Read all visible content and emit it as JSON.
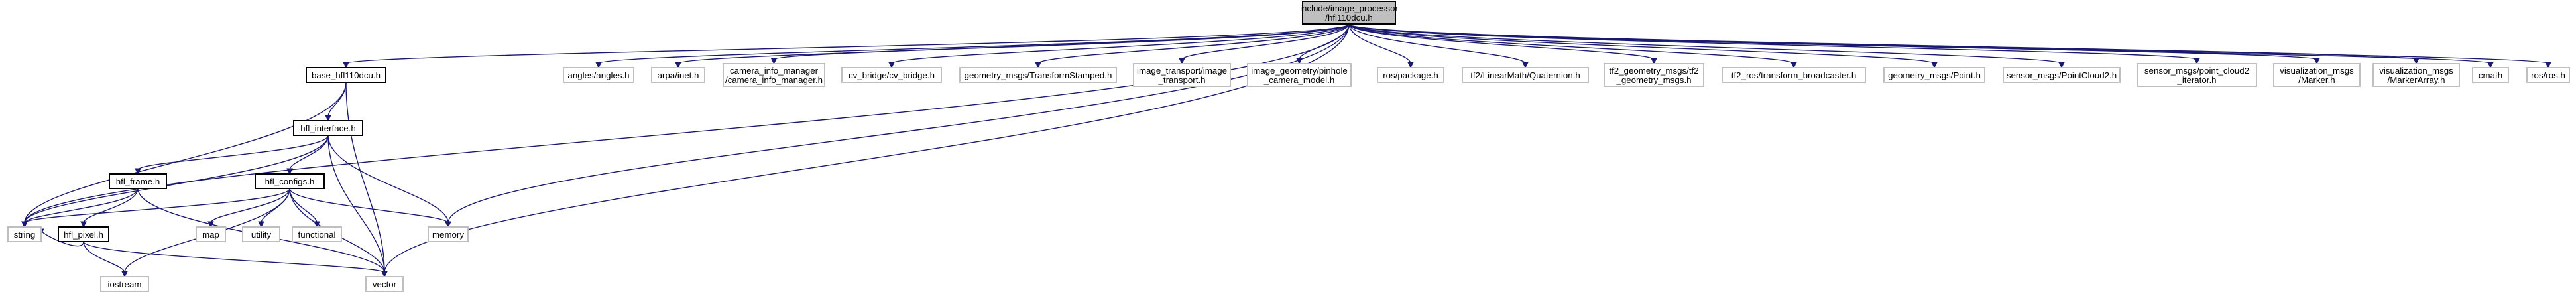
{
  "colors": {
    "edge": "#191970",
    "root_fill": "#bfbfbf",
    "root_stroke": "#000000",
    "documented_stroke": "#000000",
    "external_stroke": "#bfbfbf",
    "node_fill": "#ffffff"
  },
  "nodes": [
    {
      "id": "root",
      "lines": [
        "include/image_processor",
        "/hfl110dcu.h"
      ],
      "kind": "root"
    },
    {
      "id": "base",
      "lines": [
        "base_hfl110dcu.h"
      ],
      "kind": "documented"
    },
    {
      "id": "iface",
      "lines": [
        "hfl_interface.h"
      ],
      "kind": "documented"
    },
    {
      "id": "frame",
      "lines": [
        "hfl_frame.h"
      ],
      "kind": "documented"
    },
    {
      "id": "configs",
      "lines": [
        "hfl_configs.h"
      ],
      "kind": "documented"
    },
    {
      "id": "pixel",
      "lines": [
        "hfl_pixel.h"
      ],
      "kind": "documented"
    },
    {
      "id": "string",
      "lines": [
        "string"
      ],
      "kind": "external"
    },
    {
      "id": "memory",
      "lines": [
        "memory"
      ],
      "kind": "external"
    },
    {
      "id": "vector",
      "lines": [
        "vector"
      ],
      "kind": "external"
    },
    {
      "id": "iostream",
      "lines": [
        "iostream"
      ],
      "kind": "external"
    },
    {
      "id": "map",
      "lines": [
        "map"
      ],
      "kind": "external"
    },
    {
      "id": "utility",
      "lines": [
        "utility"
      ],
      "kind": "external"
    },
    {
      "id": "functional",
      "lines": [
        "functional"
      ],
      "kind": "external"
    },
    {
      "id": "angles",
      "lines": [
        "angles/angles.h"
      ],
      "kind": "external"
    },
    {
      "id": "arpa",
      "lines": [
        "arpa/inet.h"
      ],
      "kind": "external"
    },
    {
      "id": "caminfo",
      "lines": [
        "camera_info_manager",
        "/camera_info_manager.h"
      ],
      "kind": "external"
    },
    {
      "id": "cvbridge",
      "lines": [
        "cv_bridge/cv_bridge.h"
      ],
      "kind": "external"
    },
    {
      "id": "tfstamped",
      "lines": [
        "geometry_msgs/TransformStamped.h"
      ],
      "kind": "external"
    },
    {
      "id": "imgtrans",
      "lines": [
        "image_transport/image",
        "_transport.h"
      ],
      "kind": "external"
    },
    {
      "id": "imggeom",
      "lines": [
        "image_geometry/pinhole",
        "_camera_model.h"
      ],
      "kind": "external"
    },
    {
      "id": "rospkg",
      "lines": [
        "ros/package.h"
      ],
      "kind": "external"
    },
    {
      "id": "quat",
      "lines": [
        "tf2/LinearMath/Quaternion.h"
      ],
      "kind": "external"
    },
    {
      "id": "tf2geo",
      "lines": [
        "tf2_geometry_msgs/tf2",
        "_geometry_msgs.h"
      ],
      "kind": "external"
    },
    {
      "id": "tfbroad",
      "lines": [
        "tf2_ros/transform_broadcaster.h"
      ],
      "kind": "external"
    },
    {
      "id": "geopoint",
      "lines": [
        "geometry_msgs/Point.h"
      ],
      "kind": "external"
    },
    {
      "id": "pc2",
      "lines": [
        "sensor_msgs/PointCloud2.h"
      ],
      "kind": "external"
    },
    {
      "id": "pc2iter",
      "lines": [
        "sensor_msgs/point_cloud2",
        "_iterator.h"
      ],
      "kind": "external"
    },
    {
      "id": "marker",
      "lines": [
        "visualization_msgs",
        "/Marker.h"
      ],
      "kind": "external"
    },
    {
      "id": "markerarr",
      "lines": [
        "visualization_msgs",
        "/MarkerArray.h"
      ],
      "kind": "external"
    },
    {
      "id": "cmath",
      "lines": [
        "cmath"
      ],
      "kind": "external"
    },
    {
      "id": "roshdr",
      "lines": [
        "ros/ros.h"
      ],
      "kind": "external"
    }
  ],
  "edges": [
    [
      "root",
      "base"
    ],
    [
      "root",
      "string"
    ],
    [
      "root",
      "memory"
    ],
    [
      "root",
      "vector"
    ],
    [
      "root",
      "angles"
    ],
    [
      "root",
      "arpa"
    ],
    [
      "root",
      "caminfo"
    ],
    [
      "root",
      "cvbridge"
    ],
    [
      "root",
      "tfstamped"
    ],
    [
      "root",
      "imgtrans"
    ],
    [
      "root",
      "imggeom"
    ],
    [
      "root",
      "rospkg"
    ],
    [
      "root",
      "quat"
    ],
    [
      "root",
      "tf2geo"
    ],
    [
      "root",
      "tfbroad"
    ],
    [
      "root",
      "geopoint"
    ],
    [
      "root",
      "pc2"
    ],
    [
      "root",
      "pc2iter"
    ],
    [
      "root",
      "marker"
    ],
    [
      "root",
      "markerarr"
    ],
    [
      "root",
      "cmath"
    ],
    [
      "root",
      "roshdr"
    ],
    [
      "base",
      "iface"
    ],
    [
      "base",
      "string"
    ],
    [
      "base",
      "vector"
    ],
    [
      "iface",
      "frame"
    ],
    [
      "iface",
      "configs"
    ],
    [
      "iface",
      "string"
    ],
    [
      "iface",
      "memory"
    ],
    [
      "iface",
      "vector"
    ],
    [
      "frame",
      "pixel"
    ],
    [
      "frame",
      "string"
    ],
    [
      "frame",
      "vector"
    ],
    [
      "configs",
      "string"
    ],
    [
      "configs",
      "memory"
    ],
    [
      "configs",
      "vector"
    ],
    [
      "configs",
      "iostream"
    ],
    [
      "configs",
      "map"
    ],
    [
      "configs",
      "utility"
    ],
    [
      "configs",
      "functional"
    ],
    [
      "pixel",
      "iostream"
    ],
    [
      "pixel",
      "vector"
    ],
    [
      "pixel",
      "string"
    ]
  ]
}
